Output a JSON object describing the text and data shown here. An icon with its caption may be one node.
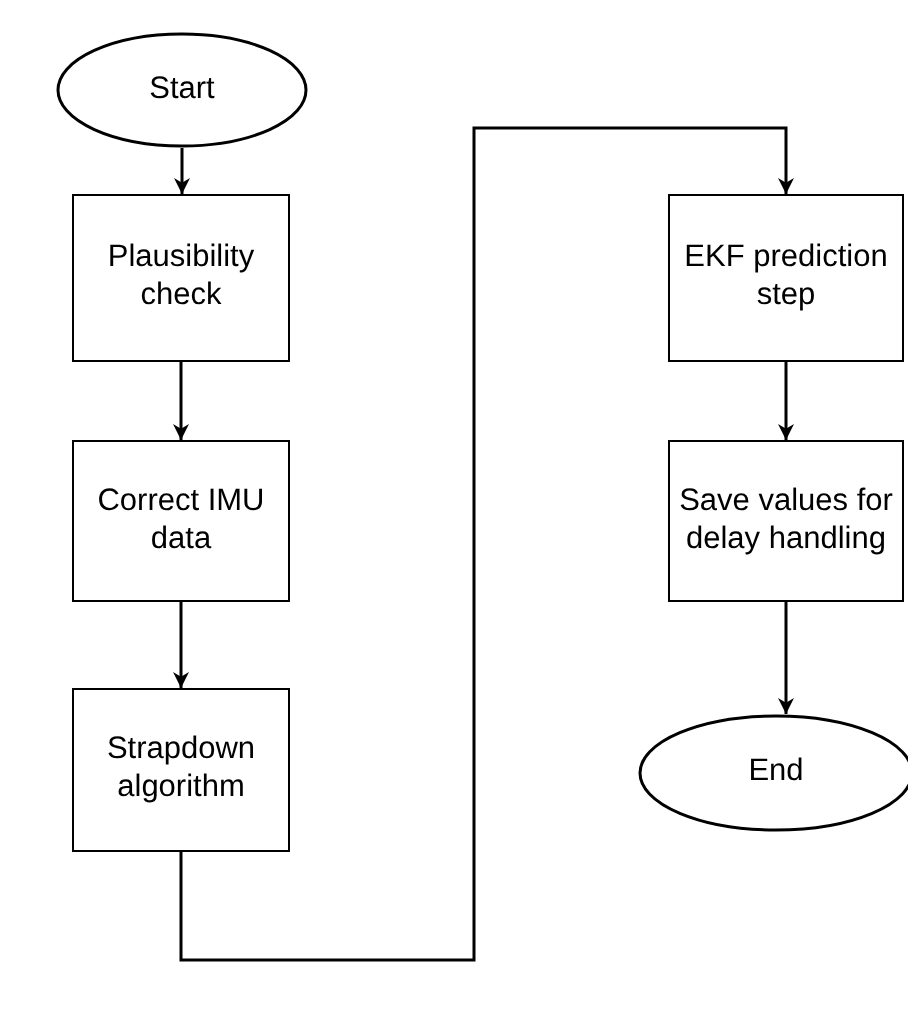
{
  "diagram": {
    "nodes": [
      {
        "text": [
          "Start"
        ]
      },
      {
        "text": [
          "Plausibility check"
        ]
      },
      {
        "text": [
          "Correct IMU data"
        ]
      },
      {
        "text": [
          "Strapdown algorithm"
        ]
      },
      {
        "text": [
          "EKF prediction step"
        ]
      },
      {
        "text": [
          "Save values for delay handling"
        ]
      },
      {
        "text": [
          "End"
        ]
      }
    ],
    "edges": [
      {
        "from": 0,
        "to": 1,
        "arrow": "to"
      },
      {
        "from": 1,
        "to": 2,
        "arrow": "to"
      },
      {
        "from": 2,
        "to": 3,
        "arrow": "to"
      },
      {
        "from": 3,
        "to": 4,
        "arrow": "to"
      },
      {
        "from": 4,
        "to": 5,
        "arrow": "to"
      },
      {
        "from": 5,
        "to": 6,
        "arrow": "to"
      }
    ]
  }
}
